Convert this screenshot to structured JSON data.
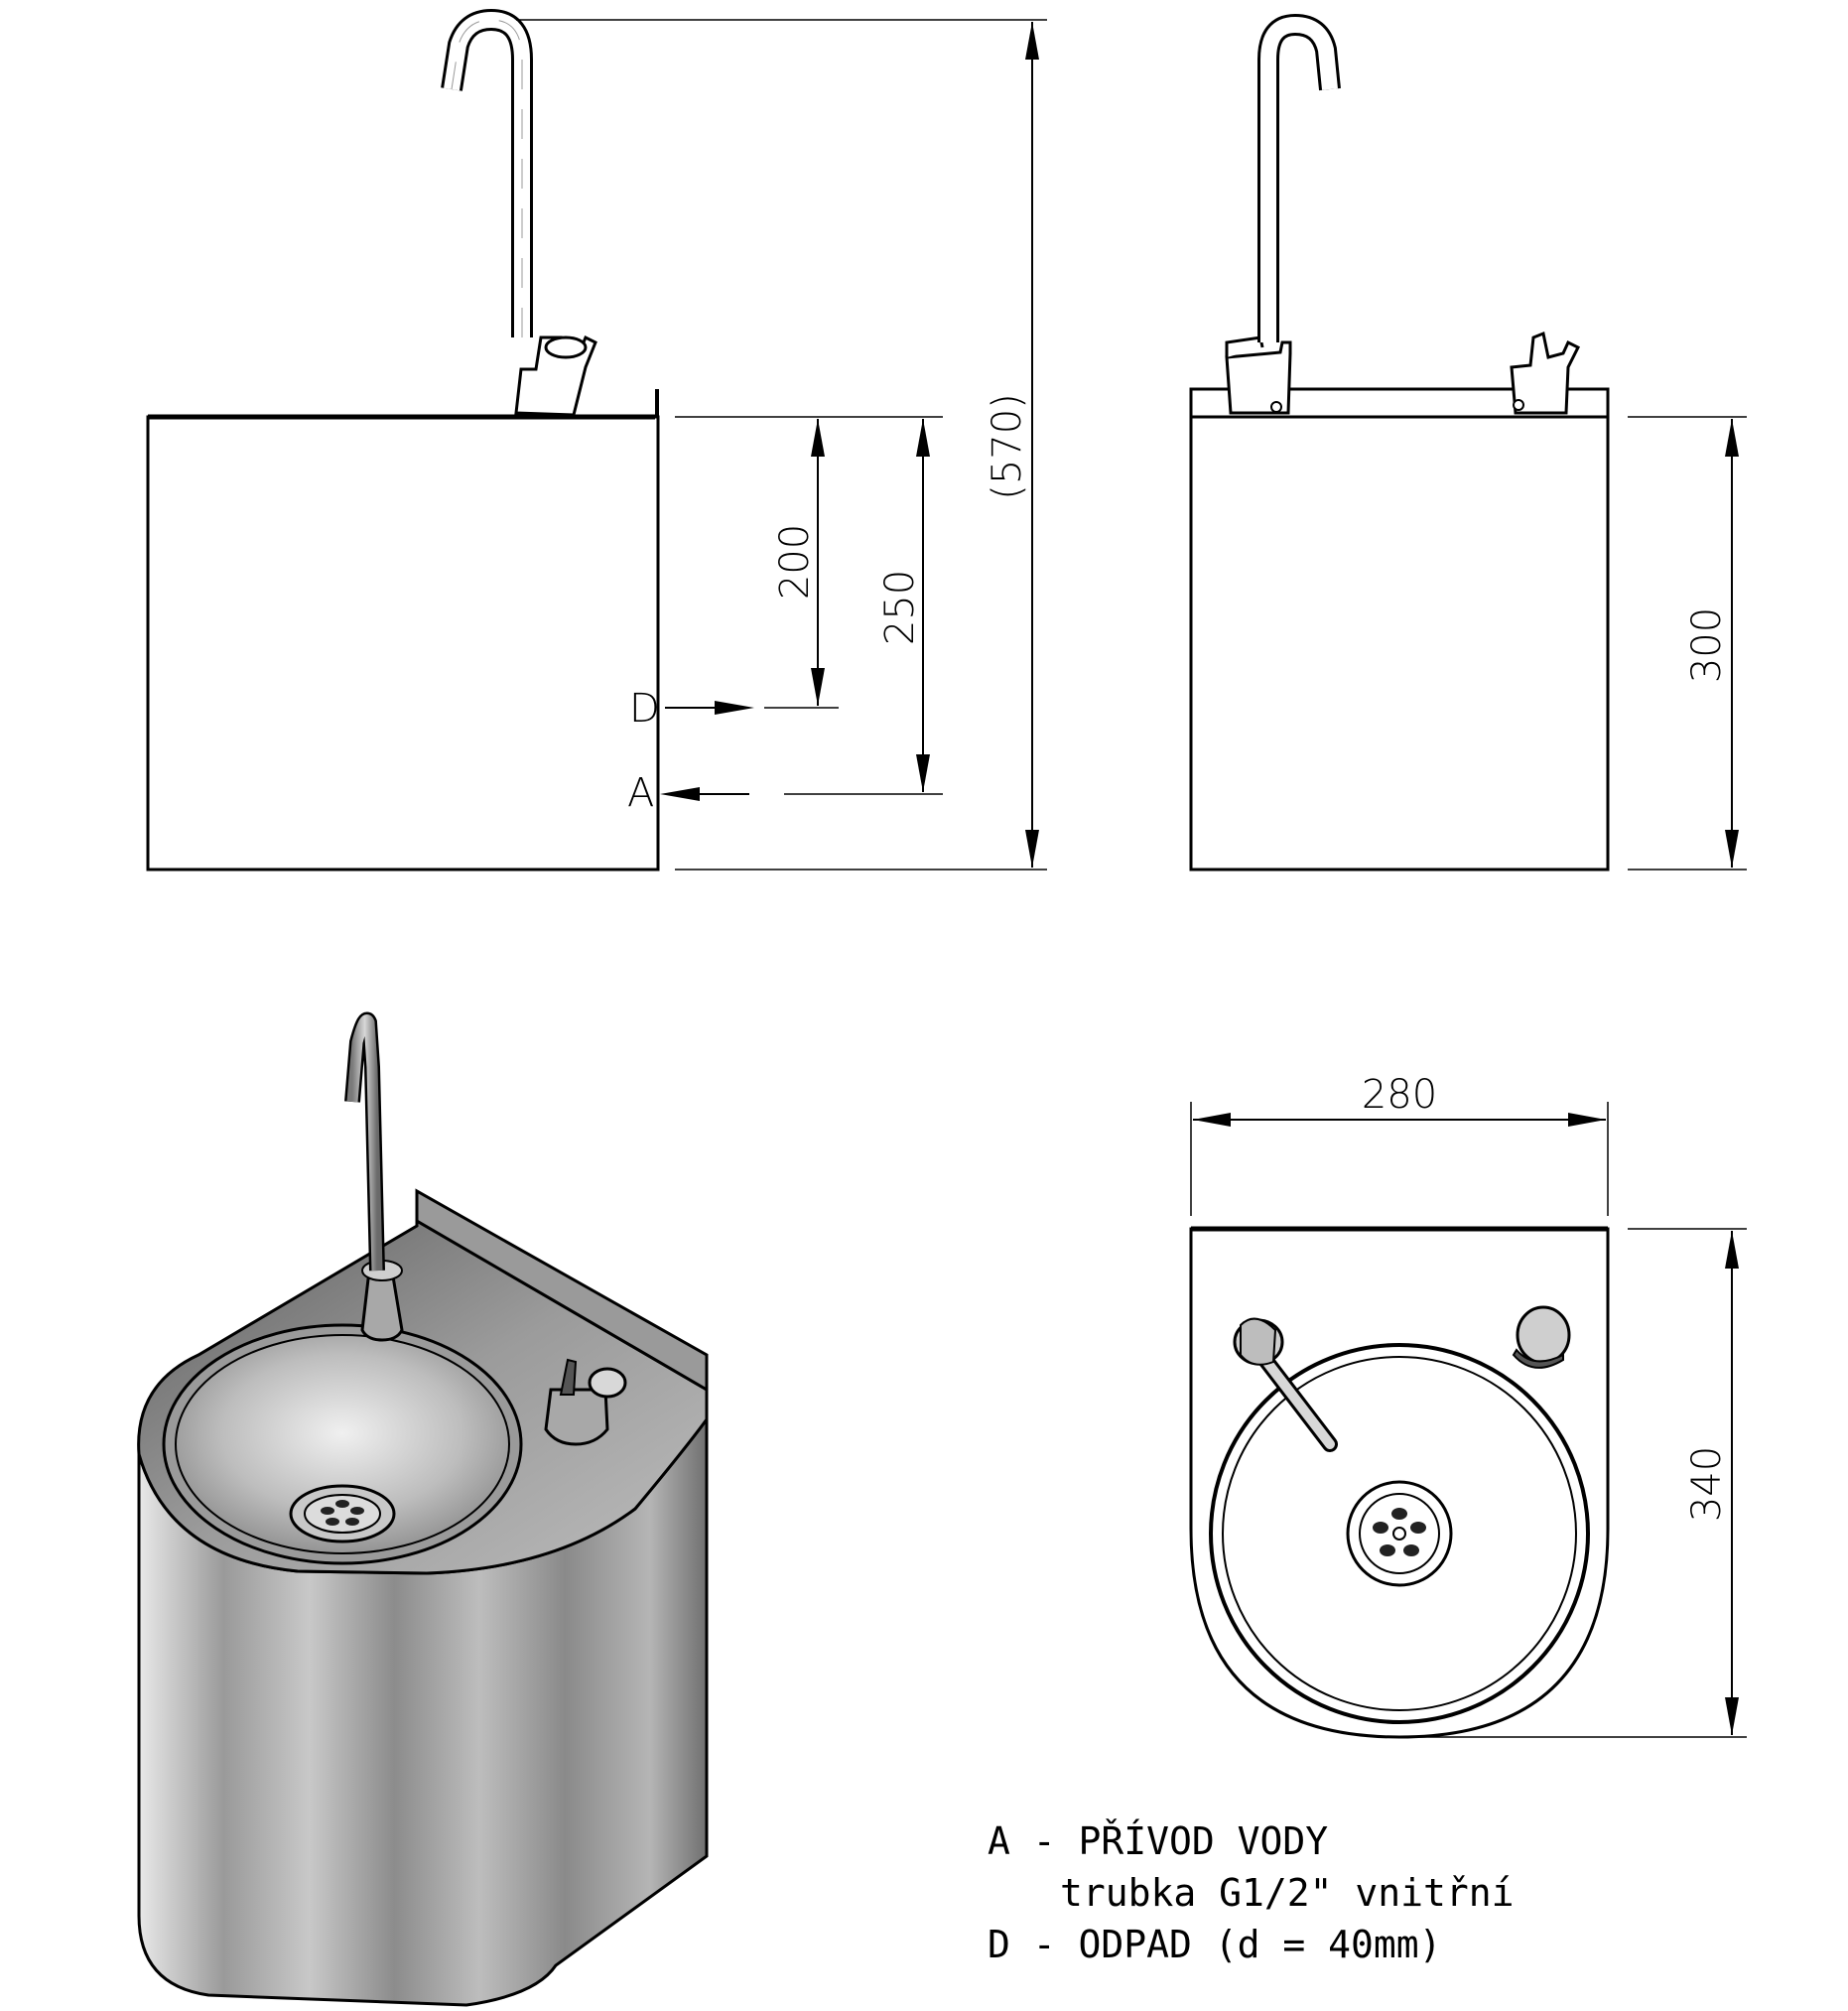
{
  "dimensions": {
    "total_height": "(570)",
    "drain_height": "200",
    "supply_height": "250",
    "body_height": "300",
    "width": "280",
    "depth": "340"
  },
  "markers": {
    "drain": "D",
    "supply": "A"
  },
  "legend": {
    "line1": "A - PŘÍVOD VODY",
    "line2": "trubka G1/2\" vnitřní",
    "line3": "D - ODPAD (d = 40mm)"
  },
  "colors": {
    "line": "#000000",
    "steel_light": "#d9d9d9",
    "steel_dark": "#7a7a7a"
  }
}
